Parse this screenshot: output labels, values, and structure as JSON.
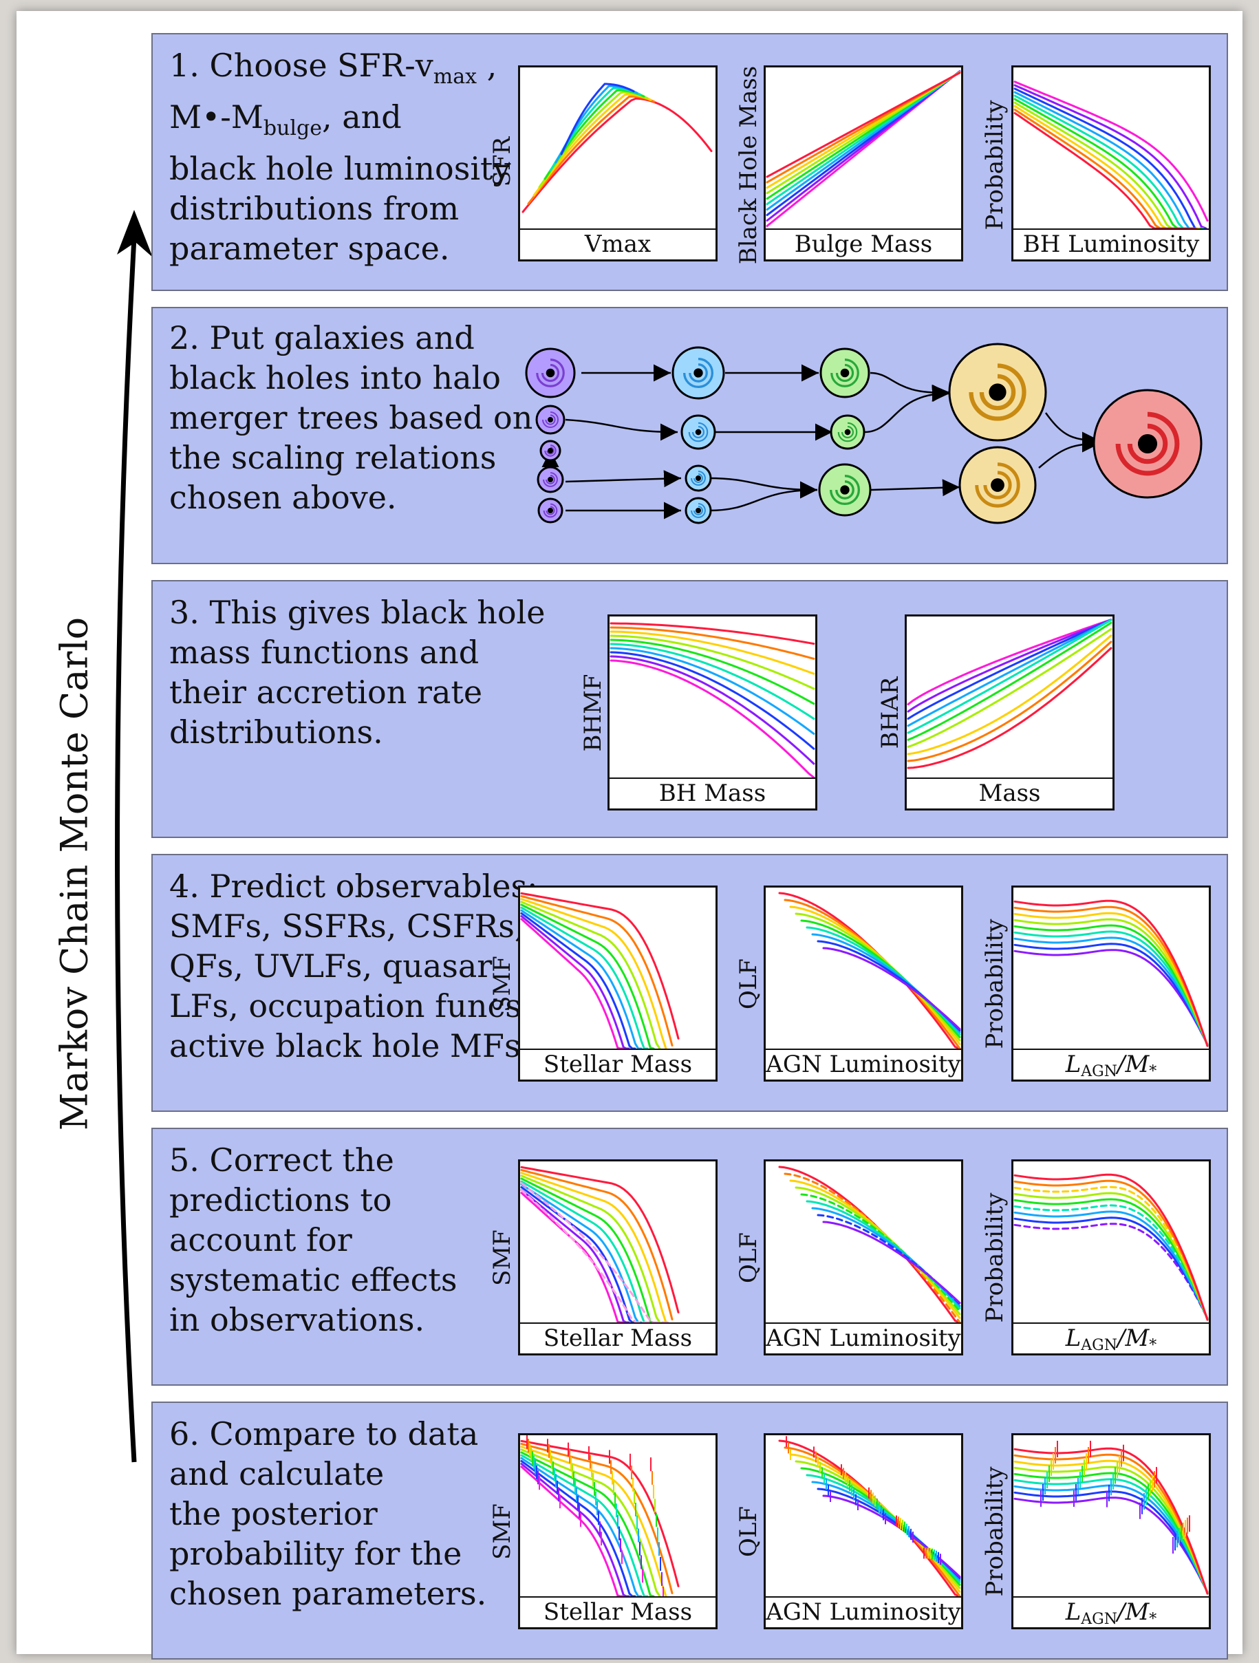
{
  "steps": [
    {
      "text": "1. Choose SFR-v",
      "sub": "max",
      "tail": " ,\nM•-M",
      "sub2": "bulge",
      "tail2": ", and\nblack hole luminosity\ndistributions from\nparameter space."
    },
    {
      "text": "2. Put galaxies and\nblack holes into halo\nmerger trees based on\nthe scaling relations\nchosen above."
    },
    {
      "text": "3. This gives black hole\nmass functions and\ntheir accretion rate\ndistributions."
    },
    {
      "text": "4. Predict observables:\nSMFs, SSFRs, CSFRs,\nQFs, UVLFs, quasar\nLFs, occupation funcs.\nactive black hole MFs"
    },
    {
      "text": "5. Correct the\npredictions to\naccount for\nsystematic effects\nin observations."
    },
    {
      "text": "6. Compare to data\nand calculate\nthe posterior\nprobability for the\nchosen parameters."
    }
  ],
  "side_label": "Markov Chain Monte Carlo",
  "colors": [
    "#ff1a3c",
    "#ff7a00",
    "#ffd000",
    "#a8ee00",
    "#19e619",
    "#00e6b4",
    "#14a8ff",
    "#1a3cff",
    "#8c1aff",
    "#ff1ad9"
  ],
  "plots": {
    "sfr_vmax": {
      "ylabel": "SFR",
      "xlabel": "Vmax"
    },
    "bh_bulge": {
      "ylabel": "Black Hole Mass",
      "xlabel": "Bulge Mass"
    },
    "bh_lum": {
      "ylabel": "Probability",
      "xlabel": "BH Luminosity"
    },
    "bhmf": {
      "ylabel": "BHMF",
      "xlabel": "BH Mass"
    },
    "bhar": {
      "ylabel": "BHAR",
      "xlabel": "Mass"
    },
    "smf4": {
      "ylabel": "SMF",
      "xlabel": "Stellar Mass"
    },
    "qlf4": {
      "ylabel": "QLF",
      "xlabel": "AGN Luminosity"
    },
    "eddr4": {
      "ylabel": "Probability",
      "xlabel_main": "L",
      "xlabel_sub": "AGN",
      "xlabel_tail": "/M",
      "xlabel_sub2": "*"
    },
    "smf5": {
      "ylabel": "SMF",
      "xlabel": "Stellar Mass"
    },
    "qlf5": {
      "ylabel": "QLF",
      "xlabel": "AGN Luminosity"
    },
    "eddr5": {
      "ylabel": "Probability",
      "xlabel_main": "L",
      "xlabel_sub": "AGN",
      "xlabel_tail": "/M",
      "xlabel_sub2": "*"
    },
    "smf6": {
      "ylabel": "SMF",
      "xlabel": "Stellar Mass"
    },
    "qlf6": {
      "ylabel": "QLF",
      "xlabel": "AGN Luminosity"
    },
    "eddr6": {
      "ylabel": "Probability",
      "xlabel_main": "L",
      "xlabel_sub": "AGN",
      "xlabel_tail": "/M",
      "xlabel_sub2": "*"
    }
  },
  "tree": {
    "galaxy_colors": {
      "purple": "#b49cff",
      "blue": "#9ed8ff",
      "green": "#b7f0a0",
      "gold": "#f5dfa0",
      "red": "#f29a9a"
    },
    "spiral_colors": {
      "purple": "#7a3fd0",
      "blue": "#2a8fd8",
      "green": "#27a83a",
      "gold": "#c98a12",
      "red": "#d8262c"
    }
  }
}
